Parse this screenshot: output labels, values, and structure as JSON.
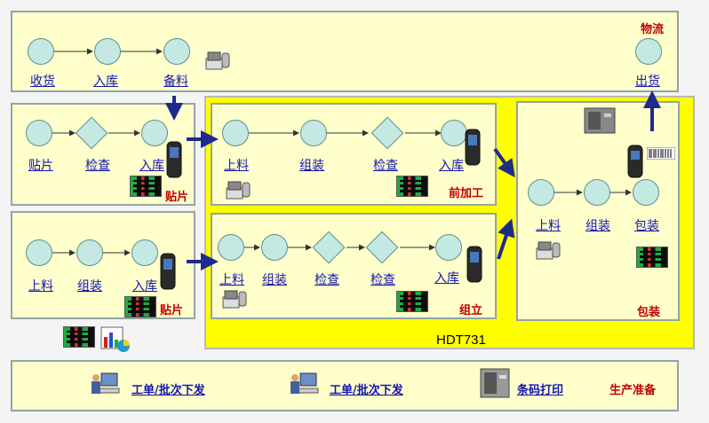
{
  "colors": {
    "panel": "#ffffcc",
    "highlight": "#ffff00",
    "node": "#c4e8e2",
    "link": "#1515b0",
    "section_title": "#c00000",
    "arrow": "#1f2a8a"
  },
  "logistics": {
    "title": "物流",
    "steps": [
      "收货",
      "入库",
      "备料"
    ],
    "ship": "出货"
  },
  "smt1": {
    "title": "贴片",
    "steps": [
      "贴片",
      "检查",
      "入库"
    ]
  },
  "smt2": {
    "title": "贴片",
    "steps": [
      "上料",
      "组装",
      "入库"
    ]
  },
  "preprocess": {
    "title": "前加工",
    "steps": [
      "上料",
      "组装",
      "检查",
      "入库"
    ]
  },
  "assembly": {
    "title": "组立",
    "steps": [
      "上料",
      "组装",
      "检查",
      "检查",
      "入库"
    ]
  },
  "packing": {
    "title": "包装",
    "steps": [
      "上料",
      "组装",
      "包装"
    ]
  },
  "hdt": {
    "label": "HDT731"
  },
  "prep": {
    "title": "生产准备",
    "item1": "工单/批次下发",
    "item2": "工单/批次下发",
    "item3": "条码打印"
  },
  "icons": [
    "barcode-scanner-icon",
    "handheld-terminal-icon",
    "monitor-screen-icon",
    "printer-icon",
    "workstation-icon",
    "chart-icon",
    "barcode-label-icon"
  ]
}
